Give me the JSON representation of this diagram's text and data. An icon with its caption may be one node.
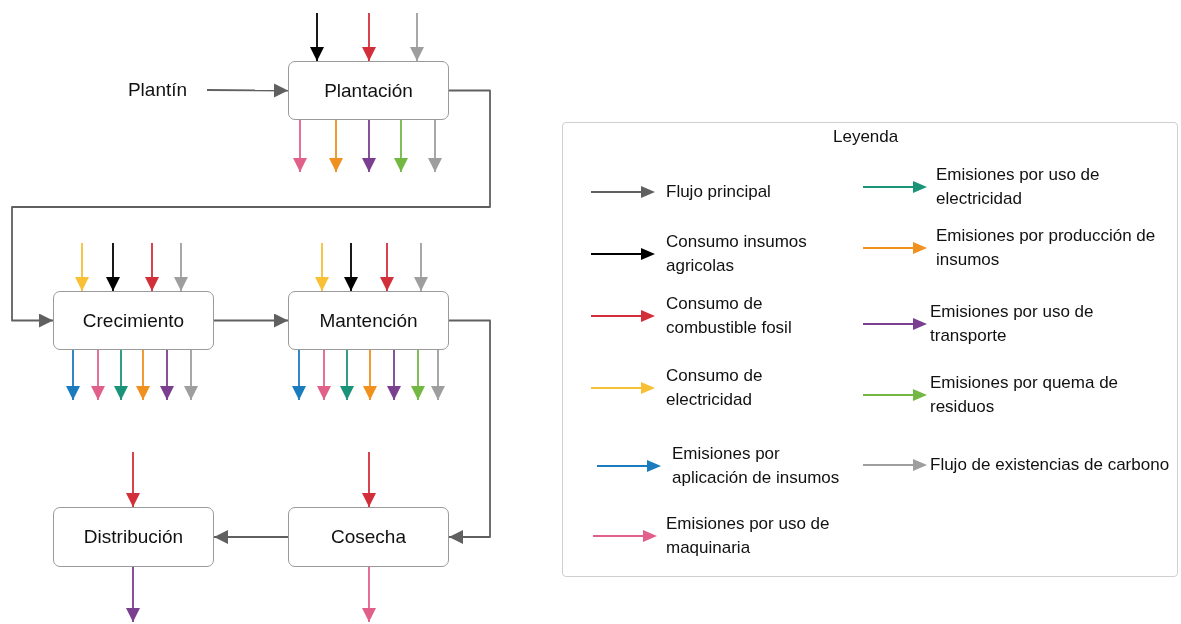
{
  "diagram": {
    "nodes": [
      {
        "text": [
          "Plantín"
        ]
      },
      {
        "text": [
          "Plantación"
        ]
      },
      {
        "text": [
          "Crecimiento"
        ]
      },
      {
        "text": [
          "Mantención"
        ]
      },
      {
        "text": [
          "Distribución"
        ]
      },
      {
        "text": [
          "Cosecha"
        ]
      }
    ],
    "edges": [
      {
        "from": 0,
        "to": 1,
        "arrow": "to",
        "color": "#606060"
      },
      {
        "from": 1,
        "to": 2,
        "arrow": "to",
        "color": "#606060"
      },
      {
        "from": 2,
        "to": 3,
        "arrow": "to",
        "color": "#606060"
      },
      {
        "from": 3,
        "to": 5,
        "arrow": "to",
        "color": "#606060"
      },
      {
        "from": 5,
        "to": 4,
        "arrow": "to",
        "color": "#606060"
      },
      {
        "from": null,
        "to": 1,
        "arrow": "to",
        "color": "#000000"
      },
      {
        "from": null,
        "to": 1,
        "arrow": "to",
        "color": "#d32f3a"
      },
      {
        "from": null,
        "to": 1,
        "arrow": "to",
        "color": "#9e9e9e"
      },
      {
        "from": 1,
        "to": null,
        "arrow": "to",
        "color": "#e0608a"
      },
      {
        "from": 1,
        "to": null,
        "arrow": "to",
        "color": "#f0901e"
      },
      {
        "from": 1,
        "to": null,
        "arrow": "to",
        "color": "#7b3f8f"
      },
      {
        "from": 1,
        "to": null,
        "arrow": "to",
        "color": "#72b843"
      },
      {
        "from": 1,
        "to": null,
        "arrow": "to",
        "color": "#9e9e9e"
      },
      {
        "from": null,
        "to": 2,
        "arrow": "to",
        "color": "#f7c035"
      },
      {
        "from": null,
        "to": 2,
        "arrow": "to",
        "color": "#000000"
      },
      {
        "from": null,
        "to": 2,
        "arrow": "to",
        "color": "#d32f3a"
      },
      {
        "from": null,
        "to": 2,
        "arrow": "to",
        "color": "#9e9e9e"
      },
      {
        "from": 2,
        "to": null,
        "arrow": "to",
        "color": "#1a7bbf"
      },
      {
        "from": 2,
        "to": null,
        "arrow": "to",
        "color": "#e0608a"
      },
      {
        "from": 2,
        "to": null,
        "arrow": "to",
        "color": "#1a9479"
      },
      {
        "from": 2,
        "to": null,
        "arrow": "to",
        "color": "#f0901e"
      },
      {
        "from": 2,
        "to": null,
        "arrow": "to",
        "color": "#7b3f8f"
      },
      {
        "from": 2,
        "to": null,
        "arrow": "to",
        "color": "#9e9e9e"
      },
      {
        "from": null,
        "to": 3,
        "arrow": "to",
        "color": "#f7c035"
      },
      {
        "from": null,
        "to": 3,
        "arrow": "to",
        "color": "#000000"
      },
      {
        "from": null,
        "to": 3,
        "arrow": "to",
        "color": "#d32f3a"
      },
      {
        "from": null,
        "to": 3,
        "arrow": "to",
        "color": "#9e9e9e"
      },
      {
        "from": 3,
        "to": null,
        "arrow": "to",
        "color": "#1a7bbf"
      },
      {
        "from": 3,
        "to": null,
        "arrow": "to",
        "color": "#e0608a"
      },
      {
        "from": 3,
        "to": null,
        "arrow": "to",
        "color": "#1a9479"
      },
      {
        "from": 3,
        "to": null,
        "arrow": "to",
        "color": "#f0901e"
      },
      {
        "from": 3,
        "to": null,
        "arrow": "to",
        "color": "#7b3f8f"
      },
      {
        "from": 3,
        "to": null,
        "arrow": "to",
        "color": "#72b843"
      },
      {
        "from": 3,
        "to": null,
        "arrow": "to",
        "color": "#9e9e9e"
      },
      {
        "from": null,
        "to": 4,
        "arrow": "to",
        "color": "#d32f3a"
      },
      {
        "from": 4,
        "to": null,
        "arrow": "to",
        "color": "#7b3f8f"
      },
      {
        "from": null,
        "to": 5,
        "arrow": "to",
        "color": "#d32f3a"
      },
      {
        "from": 5,
        "to": null,
        "arrow": "to",
        "color": "#e0608a"
      }
    ],
    "labels": [
      "Leyenda"
    ],
    "legend": [
      {
        "text": "Flujo principal",
        "color": "#606060"
      },
      {
        "text": "Consumo insumos agricolas",
        "color": "#000000"
      },
      {
        "text": "Consumo de combustible fosil",
        "color": "#d32f3a"
      },
      {
        "text": "Consumo de electricidad",
        "color": "#f7c035"
      },
      {
        "text": "Emisiones por aplicación de insumos",
        "color": "#1a7bbf"
      },
      {
        "text": "Emisiones por uso de maquinaria",
        "color": "#e0608a"
      },
      {
        "text": "Emisiones por uso de electricidad",
        "color": "#1a9479"
      },
      {
        "text": "Emisiones por producción de insumos",
        "color": "#f0901e"
      },
      {
        "text": "Emisiones por uso de transporte",
        "color": "#7b3f8f"
      },
      {
        "text": "Emisiones por quema de residuos",
        "color": "#72b843"
      },
      {
        "text": "Flujo de existencias de carbono",
        "color": "#9e9e9e"
      }
    ]
  }
}
